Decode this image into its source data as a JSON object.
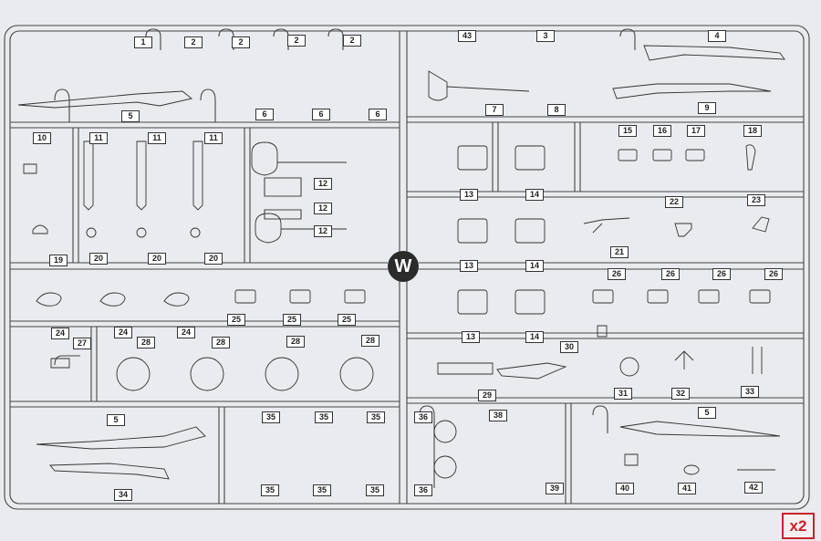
{
  "sprue_letter": "W",
  "quantity": "x2",
  "part_labels": {
    "p1": "1",
    "p2a": "2",
    "p2b": "2",
    "p2c": "2",
    "p2d": "2",
    "p3": "3",
    "p4": "4",
    "p43": "43",
    "p5a": "5",
    "p5b": "5",
    "p5c": "5",
    "p6a": "6",
    "p6b": "6",
    "p6c": "6",
    "p7": "7",
    "p8": "8",
    "p9": "9",
    "p10": "10",
    "p11a": "11",
    "p11b": "11",
    "p11c": "11",
    "p12a": "12",
    "p12b": "12",
    "p12c": "12",
    "p13a": "13",
    "p13b": "13",
    "p13c": "13",
    "p14a": "14",
    "p14b": "14",
    "p14c": "14",
    "p15": "15",
    "p16": "16",
    "p17": "17",
    "p18": "18",
    "p19": "19",
    "p20a": "20",
    "p20b": "20",
    "p20c": "20",
    "p21": "21",
    "p22": "22",
    "p23": "23",
    "p24a": "24",
    "p24b": "24",
    "p24c": "24",
    "p25a": "25",
    "p25b": "25",
    "p25c": "25",
    "p26a": "26",
    "p26b": "26",
    "p26c": "26",
    "p26d": "26",
    "p27": "27",
    "p28a": "28",
    "p28b": "28",
    "p28c": "28",
    "p28d": "28",
    "p29": "29",
    "p30": "30",
    "p31": "31",
    "p32": "32",
    "p33": "33",
    "p34": "34",
    "p35a": "35",
    "p35b": "35",
    "p35c": "35",
    "p35d": "35",
    "p35e": "35",
    "p35f": "35",
    "p36a": "36",
    "p36b": "36",
    "p38": "38",
    "p39": "39",
    "p40": "40",
    "p41": "41",
    "p42": "42"
  }
}
